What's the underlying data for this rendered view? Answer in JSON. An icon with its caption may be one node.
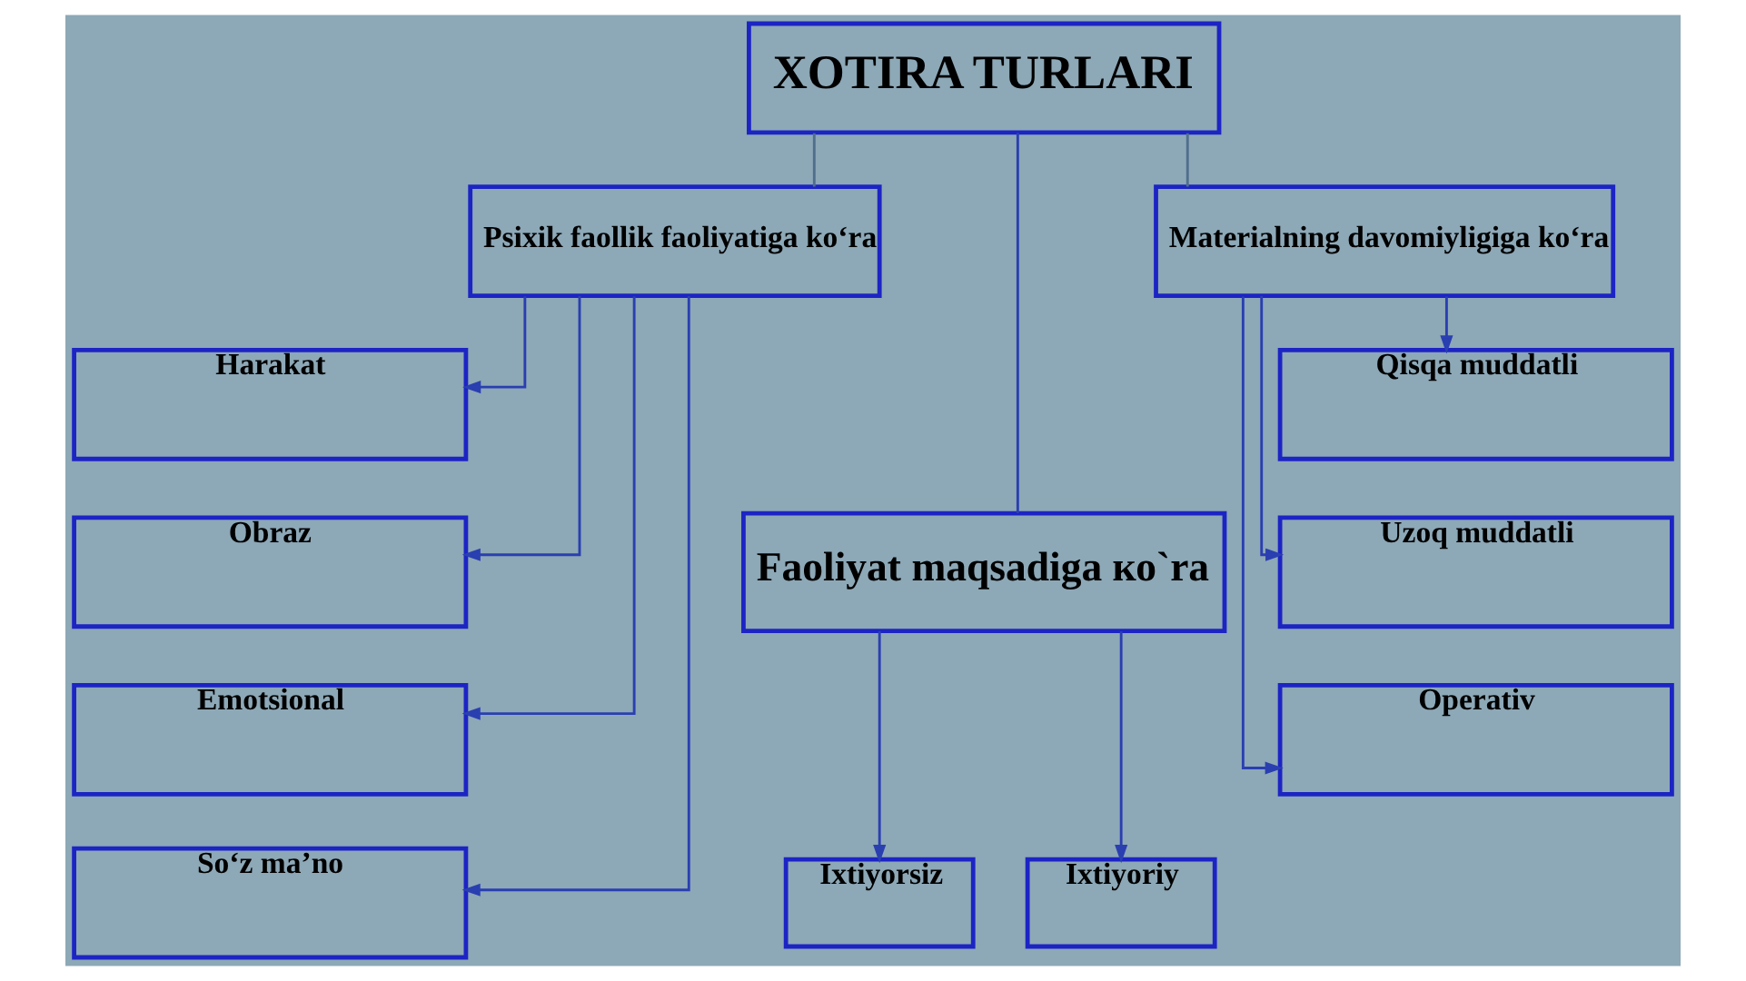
{
  "diagram": {
    "nodes": [
      {
        "text": [
          "XOTIRA TURLARI"
        ]
      },
      {
        "text": [
          "Psixik faollik faoliyatiga ko‘ra"
        ]
      },
      {
        "text": [
          "Harakat"
        ]
      },
      {
        "text": [
          "Obraz"
        ]
      },
      {
        "text": [
          "Emotsional"
        ]
      },
      {
        "text": [
          "So‘z ma’no"
        ]
      },
      {
        "text": [
          "Faoliyat maqsadiga ко`ra"
        ]
      },
      {
        "text": [
          "Ixtiyorsiz"
        ]
      },
      {
        "text": [
          "Ixtiyoriy"
        ]
      },
      {
        "text": [
          "Materialning davomiyligiga ko‘ra"
        ]
      },
      {
        "text": [
          "Qisqa muddatli"
        ]
      },
      {
        "text": [
          "Uzoq muddatli"
        ]
      },
      {
        "text": [
          "Operativ"
        ]
      }
    ],
    "edges": [
      {
        "from": 0,
        "to": 1,
        "arrow": "none",
        "color": "#4f6f8c"
      },
      {
        "from": 0,
        "to": 6,
        "arrow": "none"
      },
      {
        "from": 0,
        "to": 9,
        "arrow": "none",
        "color": "#4f6f8c"
      },
      {
        "from": 1,
        "to": 2,
        "arrow": "to"
      },
      {
        "from": 1,
        "to": 3,
        "arrow": "to"
      },
      {
        "from": 1,
        "to": 4,
        "arrow": "to"
      },
      {
        "from": 1,
        "to": 5,
        "arrow": "to"
      },
      {
        "from": 6,
        "to": 7,
        "arrow": "to"
      },
      {
        "from": 6,
        "to": 8,
        "arrow": "to"
      },
      {
        "from": 9,
        "to": 10,
        "arrow": "to"
      },
      {
        "from": 9,
        "to": 11,
        "arrow": "to"
      },
      {
        "from": 9,
        "to": 12,
        "arrow": "to"
      }
    ]
  }
}
